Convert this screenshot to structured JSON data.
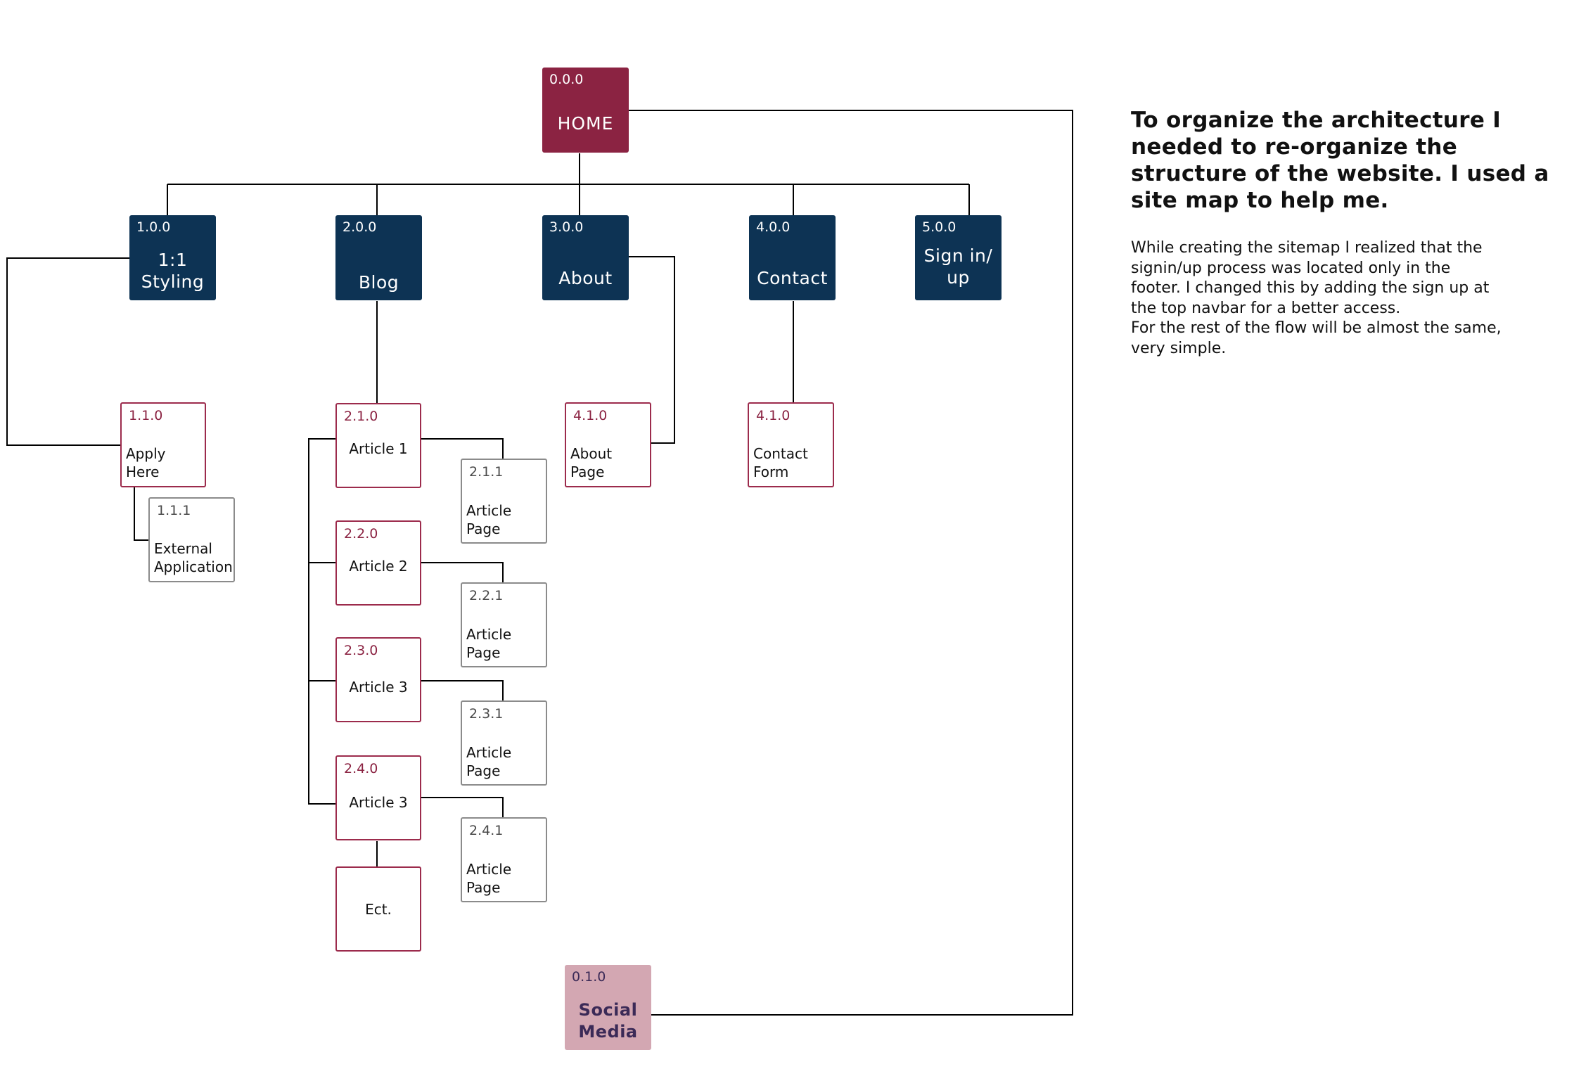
{
  "diagram": {
    "home": {
      "code": "0.0.0",
      "label": "HOME"
    },
    "level1": [
      {
        "code": "1.0.0",
        "label": "1:1 Styling"
      },
      {
        "code": "2.0.0",
        "label": "Blog"
      },
      {
        "code": "3.0.0",
        "label": "About"
      },
      {
        "code": "4.0.0",
        "label": "Contact"
      },
      {
        "code": "5.0.0",
        "label": "Sign in/ up"
      }
    ],
    "level2": [
      {
        "code": "1.1.0",
        "label": "Apply Here"
      },
      {
        "code": "2.1.0",
        "label": "Article 1"
      },
      {
        "code": "2.2.0",
        "label": "Article 2"
      },
      {
        "code": "2.3.0",
        "label": "Article 3"
      },
      {
        "code": "2.4.0",
        "label": "Article 3"
      },
      {
        "code": "",
        "label": "Ect."
      },
      {
        "code": "4.1.0",
        "label": "About Page"
      },
      {
        "code": "4.1.0",
        "label": "Contact Form"
      }
    ],
    "level3": [
      {
        "code": "1.1.1",
        "label": "External Application"
      },
      {
        "code": "2.1.1",
        "label": "Article Page"
      },
      {
        "code": "2.2.1",
        "label": "Article Page"
      },
      {
        "code": "2.3.1",
        "label": "Article Page"
      },
      {
        "code": "2.4.1",
        "label": "Article Page"
      }
    ],
    "social": {
      "code": "0.1.0",
      "label": "Social Media"
    },
    "colors": {
      "home": "#8b2342",
      "level1": "#0d3354",
      "level2_border": "#9c2b4c",
      "level3_border": "#8b8b8b",
      "social": "#d3a7b2",
      "connector": "#000000"
    }
  },
  "description": {
    "heading": "To organize the architecture I needed to re-organize the structure of the website. I used a site map to help me.",
    "paragraph_lines": [
      "While creating the sitemap I realized that the signin/up process was located only in the footer. I changed this by adding the sign up at the top navbar for a better access.",
      "For the rest of the flow will be almost the same, very simple."
    ]
  }
}
